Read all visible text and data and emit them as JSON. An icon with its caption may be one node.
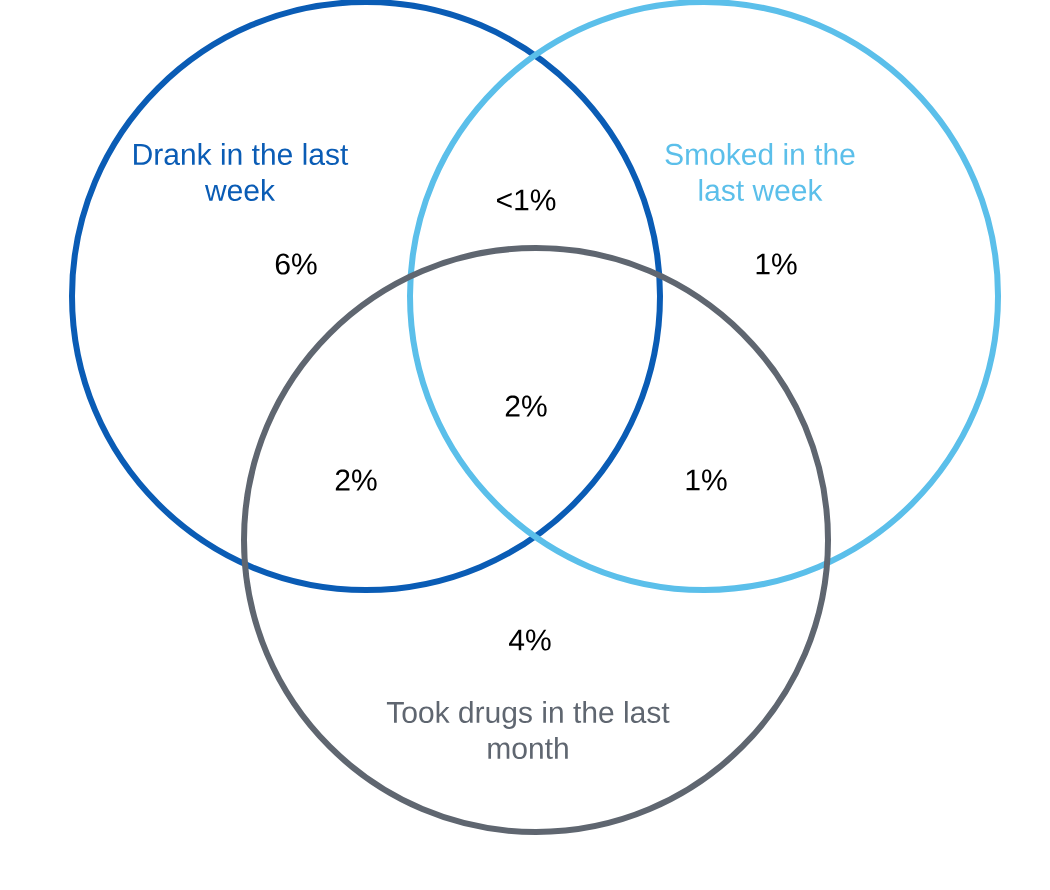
{
  "diagram": {
    "nodes": [
      {
        "text": [
          "Drank in the last week"
        ]
      },
      {
        "text": [
          "Smoked in the last week"
        ]
      },
      {
        "text": [
          "Took drugs in the last month"
        ]
      }
    ],
    "labels": [
      "<1%",
      "6%",
      "1%",
      "2%",
      "2%",
      "1%",
      "4%"
    ]
  }
}
